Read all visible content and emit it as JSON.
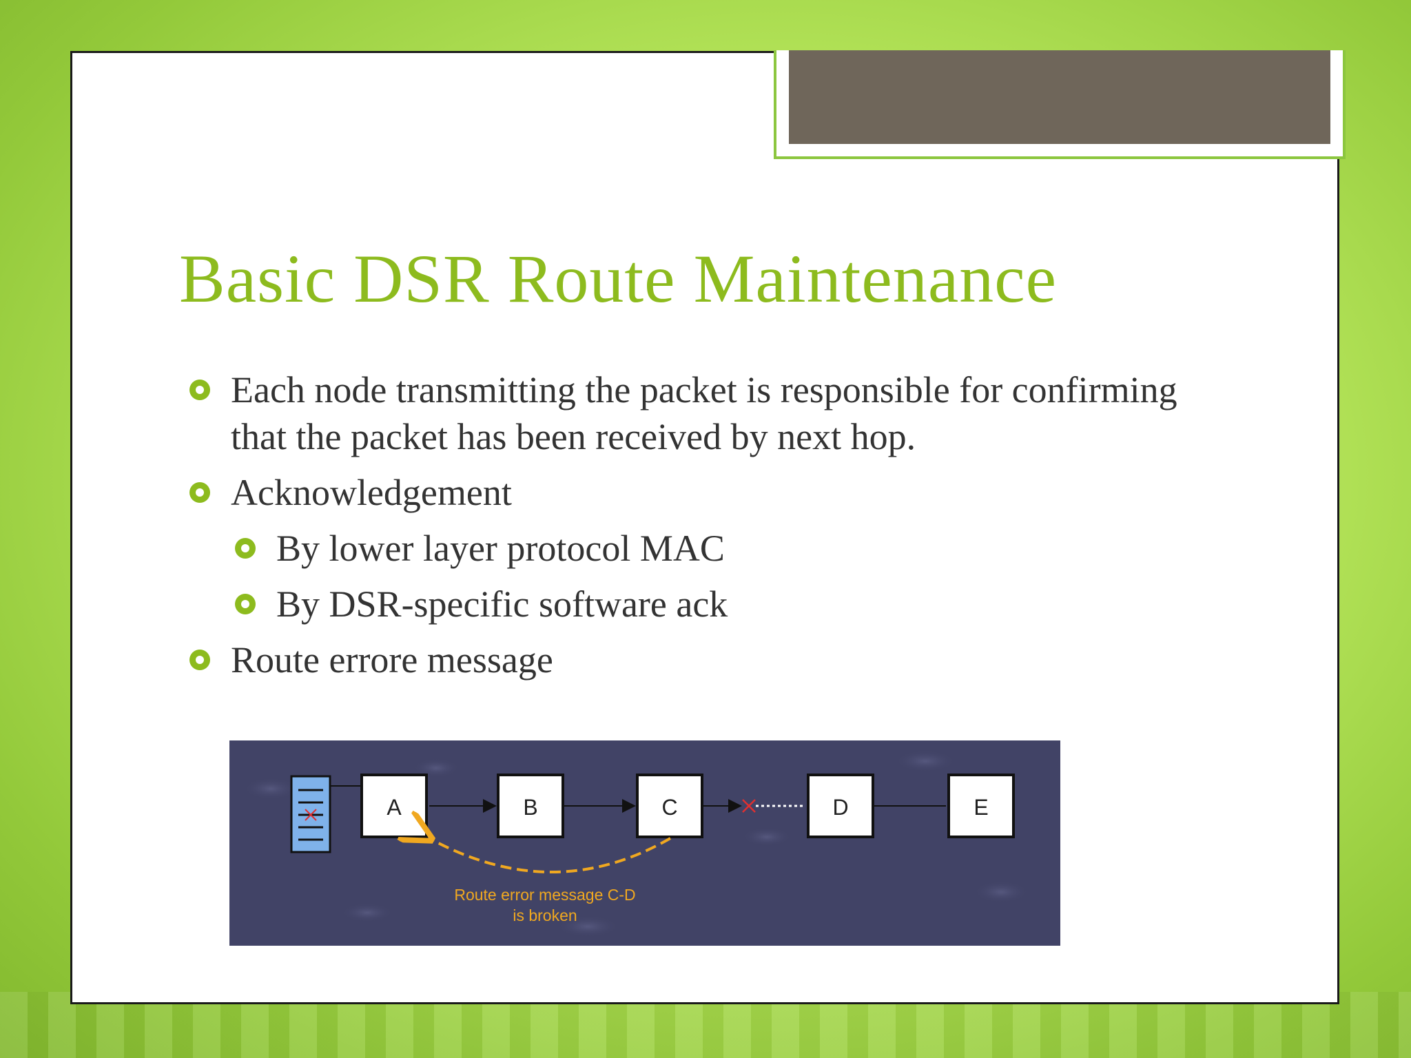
{
  "slide": {
    "title": "Basic DSR Route Maintenance",
    "bullets": [
      {
        "level": 1,
        "text": "Each node transmitting the packet is responsible for confirming that the packet has been received by next hop."
      },
      {
        "level": 1,
        "text": "Acknowledgement"
      },
      {
        "level": 2,
        "text": "By lower layer protocol MAC"
      },
      {
        "level": 2,
        "text": "By DSR-specific software ack"
      },
      {
        "level": 1,
        "text": "Route errore message"
      }
    ]
  },
  "diagram": {
    "nodes": [
      "A",
      "B",
      "C",
      "D",
      "E"
    ],
    "error_label_line1": "Route error message C-D",
    "error_label_line2": "is broken"
  },
  "colors": {
    "accent": "#8dbb1e",
    "title_tab": "#6f665a",
    "diagram_bg": "#414366",
    "error_arrow": "#f0a820"
  }
}
